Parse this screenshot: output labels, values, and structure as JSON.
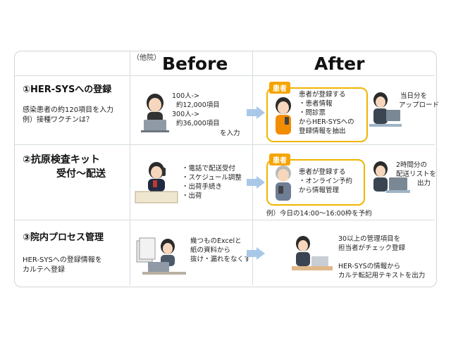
{
  "header": {
    "before_note": "（他院）",
    "before_label": "Before",
    "after_label": "After"
  },
  "rows": [
    {
      "title": "①HER-SYSへの登録",
      "desc": [
        "感染患者の約120項目を入力",
        "例）接種ワクチンは？"
      ],
      "before": [
        "100人->",
        "約12,000項目",
        "300人->",
        "約36,000項目",
        "を入力"
      ],
      "after_tag": "患者",
      "after_box": [
        "患者が登録する",
        "・患者情報",
        "・問診票",
        "からHER-SYSへの",
        "登録情報を抽出"
      ],
      "after_side": [
        "当日分を",
        "アップロード"
      ]
    },
    {
      "title": "②抗原検査キット",
      "title2": "受付～配送",
      "before": [
        "・電話で配送受付",
        "・スケジュール調整",
        "・出荷手続き",
        "・出荷"
      ],
      "after_tag": "患者",
      "after_box": [
        "患者が登録する",
        "・オンライン予約",
        "から情報管理"
      ],
      "after_side": [
        "2時間分の",
        "配送リストを",
        "出力"
      ],
      "example": "例）今日の14:00～16:00枠を予約"
    },
    {
      "title": "③院内プロセス管理",
      "desc": [
        "HER-SYSへの登録情報を",
        "カルテへ登録"
      ],
      "before": [
        "幾つものExcelと",
        "紙の資料から",
        "抜け・漏れをなくす"
      ],
      "after": [
        "30以上の管理項目を",
        "担当者がチェック登録",
        "",
        "HER-SYSの情報から",
        "カルテ転記用テキストを出力"
      ]
    }
  ],
  "colors": {
    "arrow": "#a9c8e8",
    "tag": "#f5a400",
    "box_border": "#f0b400",
    "grid": "#d7dbe0"
  }
}
